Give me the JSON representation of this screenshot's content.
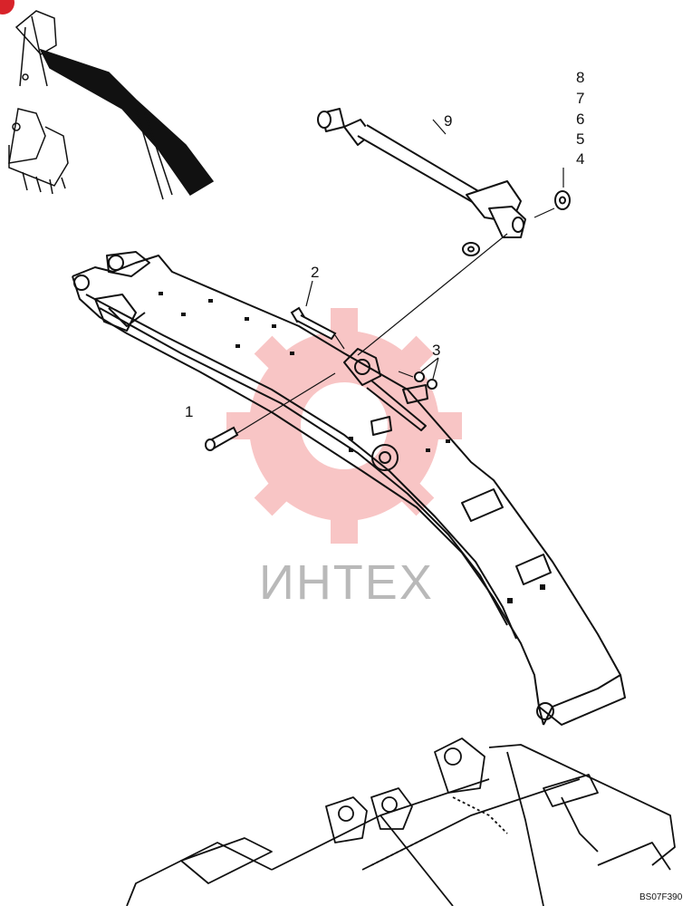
{
  "callouts": {
    "c1": "1",
    "c2": "2",
    "c3": "3",
    "c4": "4",
    "c5": "5",
    "c6": "6",
    "c7": "7",
    "c8": "8",
    "c9": "9"
  },
  "watermark": {
    "text": "ИНТЕХ",
    "color": "#f08080"
  },
  "reference_code": "BS07F390",
  "colors": {
    "line": "#111111",
    "badge": "#d8232a"
  }
}
